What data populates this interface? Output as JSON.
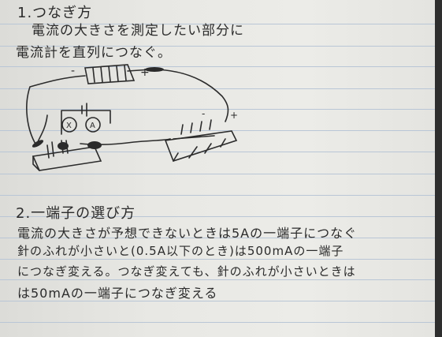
{
  "notes": {
    "heading_1": "1.つなぎ方",
    "line_1": "電流の大きさを測定したい部分に",
    "line_2": "電流計を直列につなぐ。",
    "heading_2": "2.一端子の選び方",
    "line_3": "電流の大きさが予想できないときは5Aの一端子につなぐ",
    "line_4": "針のふれが小さいと(0.5A以下のとき)は500mAの一端子",
    "line_5": "につなぎ変える。つなぎ変えても、針のふれが小さいときは",
    "line_6": "は50mAの一端子につなぎ変える"
  },
  "diagram": {
    "plus_sign": "+",
    "minus_sign": "-",
    "lamp_symbol": "X",
    "ammeter_symbol": "A"
  }
}
